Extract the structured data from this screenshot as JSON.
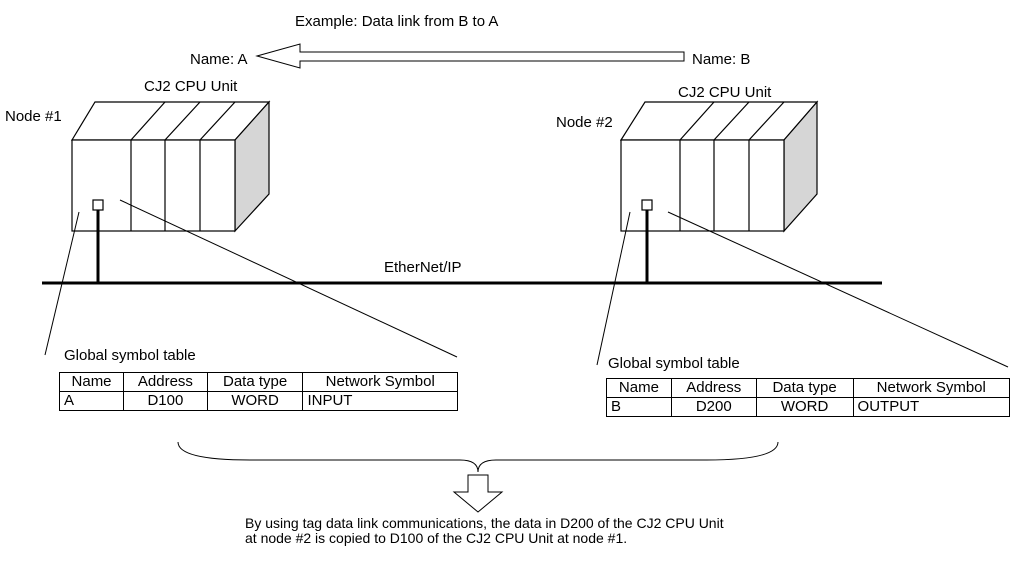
{
  "title": "Example: Data link from B to A",
  "arrow": {
    "left_label": "Name: A",
    "right_label": "Name: B"
  },
  "network_label": "EtherNet/IP",
  "nodes": [
    {
      "node_label": "Node #1",
      "unit_label": "CJ2 CPU Unit"
    },
    {
      "node_label": "Node #2",
      "unit_label": "CJ2 CPU Unit"
    }
  ],
  "tables": [
    {
      "caption": "Global symbol table",
      "headers": [
        "Name",
        "Address",
        "Data type",
        "Network Symbol"
      ],
      "row": [
        "A",
        "D100",
        "WORD",
        "INPUT"
      ]
    },
    {
      "caption": "Global symbol table",
      "headers": [
        "Name",
        "Address",
        "Data type",
        "Network Symbol"
      ],
      "row": [
        "B",
        "D200",
        "WORD",
        "OUTPUT"
      ]
    }
  ],
  "footer": "By using tag data link communications, the data in D200 of the CJ2 CPU Unit at node #2 is copied to D100 of the CJ2 CPU Unit at node #1."
}
